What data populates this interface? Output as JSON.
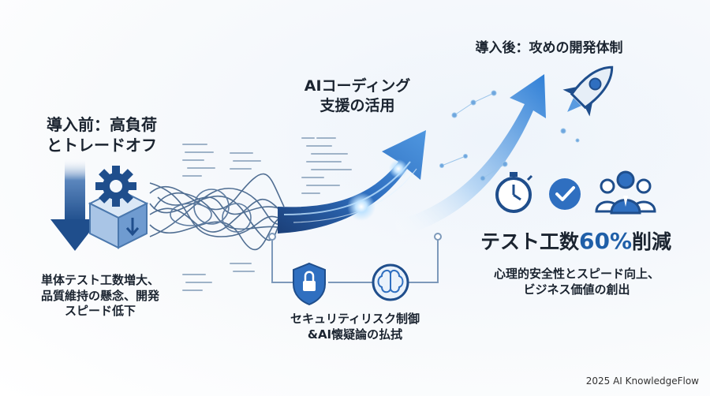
{
  "before": {
    "title_line1": "導入前：高負荷",
    "title_line2": "とトレードオフ",
    "desc_line1": "単体テスト工数増大、",
    "desc_line2": "品質維持の懸念、開発",
    "desc_line3": "スピード低下"
  },
  "ai": {
    "title_line1": "AIコーディング",
    "title_line2": "支援の活用"
  },
  "after": {
    "title": "導入後：攻めの開発体制",
    "metric_prefix": "テスト工数",
    "metric_value": "60%",
    "metric_suffix": "削減",
    "desc_line1": "心理的安全性とスピード向上、",
    "desc_line2": "ビジネス価値の創出"
  },
  "security": {
    "title_line1": "セキュリティリスク制御",
    "title_line2": "&AI懐疑論の払拭"
  },
  "footer": "2025 AI KnowledgeFlow",
  "colors": {
    "primary": "#1f4e8c",
    "accent": "#2f7fd6",
    "light": "#8fc4f2"
  },
  "icons": [
    "down-arrow-icon",
    "gear-icon",
    "box-icon",
    "tangled-lines-icon",
    "code-snippet-icon",
    "shield-lock-icon",
    "brain-icon",
    "stopwatch-icon",
    "checkmark-icon",
    "team-icon",
    "rocket-icon"
  ]
}
